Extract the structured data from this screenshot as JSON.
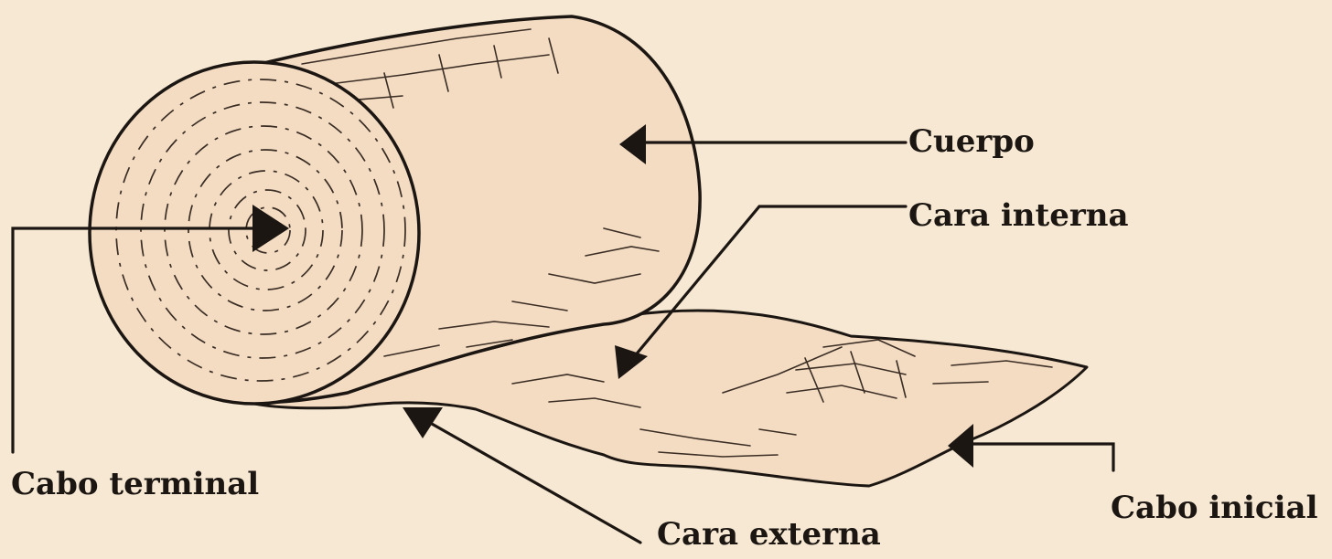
{
  "labels": {
    "cuerpo": "Cuerpo",
    "cara_interna": "Cara interna",
    "cabo_terminal": "Cabo terminal",
    "cabo_inicial": "Cabo inicial",
    "cara_externa": "Cara externa"
  },
  "colors": {
    "paper": "#f6e8d2",
    "bandage_fill": "#f4dcc3",
    "ink": "#1c1612"
  }
}
